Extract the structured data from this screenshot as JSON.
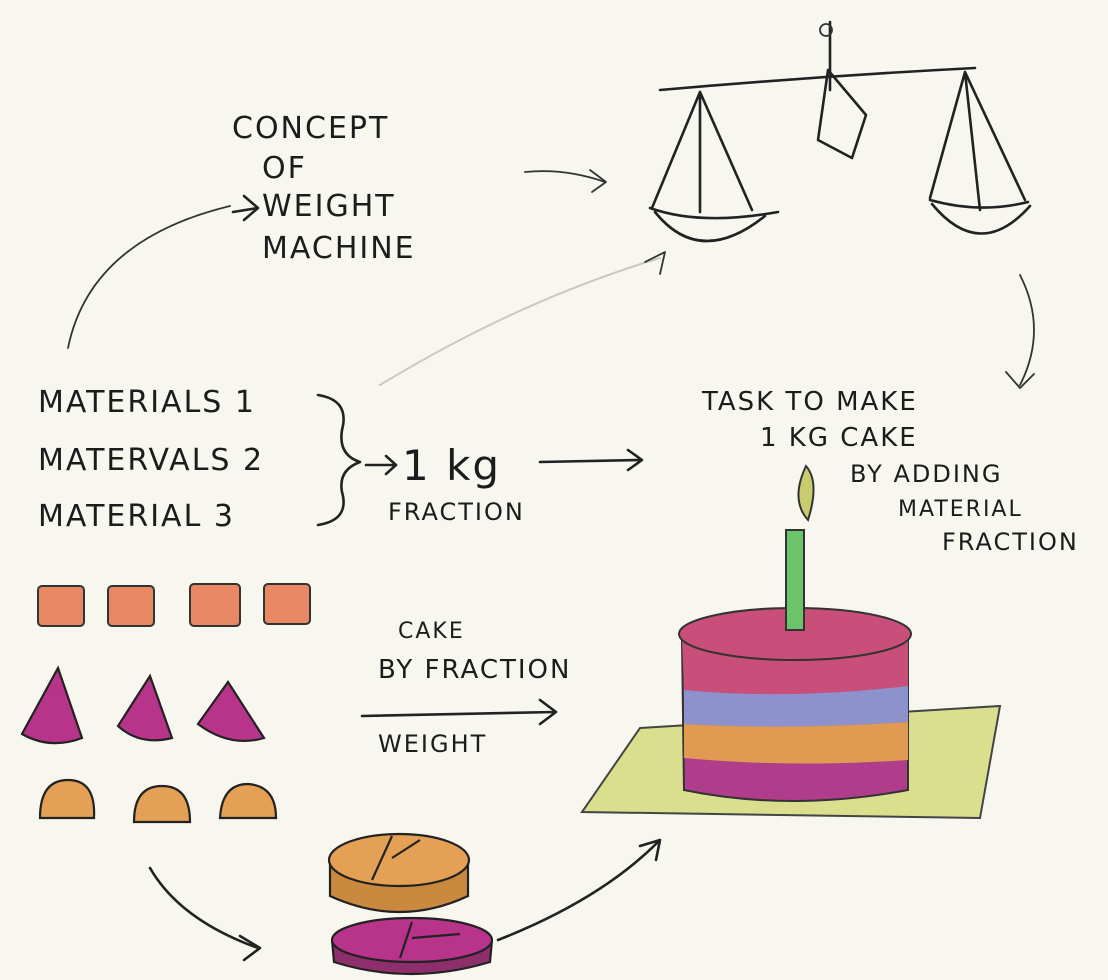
{
  "concept": {
    "line1": "CONCEPT",
    "line2": "OF",
    "line3": "WEIGHT",
    "line4": "MACHINE"
  },
  "materials": {
    "m1": "MATERIALS 1",
    "m2": "MATERVALS 2",
    "m3": "MATERIAL 3"
  },
  "fraction_result": {
    "value": "1 kg",
    "label": "FRACTION"
  },
  "task": {
    "line1": "TASK TO MAKE",
    "line2": "1 KG CAKE",
    "line3": "BY ADDING",
    "line4": "MATERIAL",
    "line5": "FRACTION"
  },
  "process": {
    "line1": "CAKE",
    "line2": "BY FRACTION",
    "line3": "WEIGHT"
  },
  "colors": {
    "square": "#e98865",
    "cone": "#b8338a",
    "dome": "#e4a055",
    "cake_pink": "#c94e79",
    "cake_blue": "#8d92cc",
    "cake_orange": "#e09a52",
    "cake_magenta": "#b03c8c",
    "board": "#d9df8c",
    "candle": "#6cc36a",
    "flame": "#c9cc6e"
  }
}
